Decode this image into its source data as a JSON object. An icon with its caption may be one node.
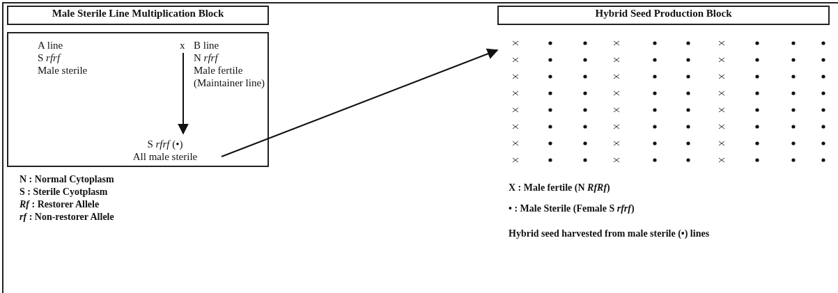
{
  "diagram": {
    "nodes": [
      {
        "text": [
          "Male Sterile Line Multiplication Block"
        ]
      },
      {
        "text": [],
        "shape": "box"
      },
      {
        "text": [
          "A line",
          "S *rfrf*",
          "Male sterile"
        ],
        "in": 1
      },
      {
        "text": [
          "x"
        ],
        "in": 1
      },
      {
        "text": [
          "B line",
          "N *rfrf*",
          "Male fertile",
          "(Maintainer line)"
        ],
        "in": 1
      },
      {
        "text": [
          "S *rfrf* (•)",
          "All male sterile"
        ],
        "in": 1
      },
      {
        "text": [
          "Hybrid Seed Production Block"
        ]
      },
      {
        "text": [],
        "shape": "picture"
      }
    ],
    "edges": [
      {
        "from": 3,
        "to": 5,
        "arrow": "to"
      },
      {
        "from": 5,
        "to": 7,
        "arrow": "to"
      }
    ],
    "labels": [
      "N : Normal Cytoplasm",
      "S : Sterile Cyotplasm",
      "*Rf* : Restorer Allele",
      "*rf* : Non-restorer Allele",
      "X : Male fertile (N *RfRf*)",
      "• : Male Sterile (Female S *rfrf*)",
      "Hybrid seed harvested from male sterile (•) lines"
    ]
  }
}
